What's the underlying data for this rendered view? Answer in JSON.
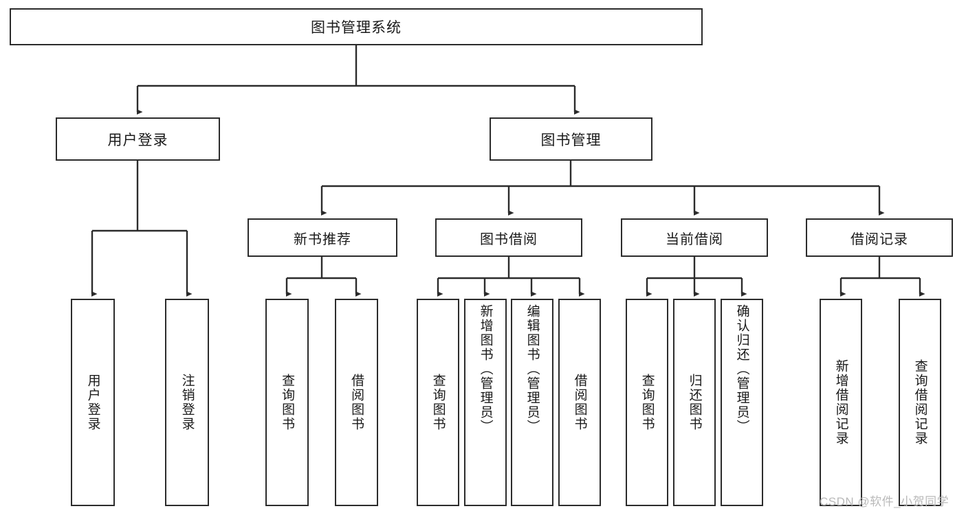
{
  "diagram": {
    "type": "tree-hierarchy",
    "title": "图书管理系统",
    "watermark": "CSDN @软件_小贺同学",
    "colors": {
      "border": "#2b2b2b",
      "background": "#ffffff",
      "text": "#1a1a1a",
      "watermark": "#b9b9b9"
    },
    "root": {
      "id": "root",
      "label": "图书管理系统"
    },
    "level2": [
      {
        "id": "user-login",
        "label": "用户登录"
      },
      {
        "id": "book-manage",
        "label": "图书管理"
      }
    ],
    "level3": [
      {
        "id": "new-book-recommend",
        "label": "新书推荐",
        "parent": "book-manage"
      },
      {
        "id": "book-borrow",
        "label": "图书借阅",
        "parent": "book-manage"
      },
      {
        "id": "current-borrow",
        "label": "当前借阅",
        "parent": "book-manage"
      },
      {
        "id": "borrow-record",
        "label": "借阅记录",
        "parent": "book-manage"
      }
    ],
    "leaves": [
      {
        "id": "leaf-user-login",
        "label": "用户登录",
        "parent": "user-login"
      },
      {
        "id": "leaf-logout",
        "label": "注销登录",
        "parent": "user-login"
      },
      {
        "id": "leaf-query-book-1",
        "label": "查询图书",
        "parent": "new-book-recommend"
      },
      {
        "id": "leaf-borrow-book-1",
        "label": "借阅图书",
        "parent": "new-book-recommend"
      },
      {
        "id": "leaf-query-book-2",
        "label": "查询图书",
        "parent": "book-borrow"
      },
      {
        "id": "leaf-add-book",
        "label": "新增图书（管理员）",
        "parent": "book-borrow"
      },
      {
        "id": "leaf-edit-book",
        "label": "编辑图书（管理员）",
        "parent": "book-borrow"
      },
      {
        "id": "leaf-borrow-book-2",
        "label": "借阅图书",
        "parent": "book-borrow"
      },
      {
        "id": "leaf-query-book-3",
        "label": "查询图书",
        "parent": "current-borrow"
      },
      {
        "id": "leaf-return-book",
        "label": "归还图书",
        "parent": "current-borrow"
      },
      {
        "id": "leaf-confirm-return",
        "label": "确认归还（管理员）",
        "parent": "current-borrow"
      },
      {
        "id": "leaf-add-record",
        "label": "新增借阅记录",
        "parent": "borrow-record"
      },
      {
        "id": "leaf-query-record",
        "label": "查询借阅记录",
        "parent": "borrow-record"
      }
    ]
  }
}
